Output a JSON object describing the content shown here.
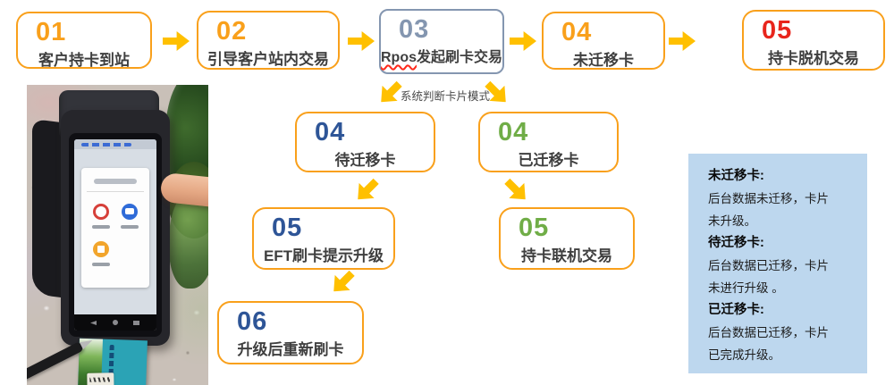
{
  "flow": {
    "steps": [
      {
        "num": "01",
        "label": "客户持卡到站"
      },
      {
        "num": "02",
        "label": "引导客户站内交易"
      },
      {
        "num": "03",
        "label_prefix": "Rpos",
        "label_suffix": "发起刷卡交易"
      },
      {
        "num": "04",
        "label": "未迁移卡"
      },
      {
        "num": "05",
        "label": "持卡脱机交易"
      },
      {
        "num": "04",
        "label": "待迁移卡"
      },
      {
        "num": "04",
        "label": "已迁移卡"
      },
      {
        "num": "05",
        "label": "EFT刷卡提示升级"
      },
      {
        "num": "05",
        "label": "持卡联机交易"
      },
      {
        "num": "06",
        "label": "升级后重新刷卡"
      }
    ],
    "branch_label": "系统判断卡片模式"
  },
  "legend": {
    "entries": [
      {
        "term": "未迁移卡:",
        "desc": "后台数据未迁移，卡片\n未升级。"
      },
      {
        "term": "待迁移卡:",
        "desc": "后台数据已迁移，卡片\n未进行升级 。"
      },
      {
        "term": "已迁移卡:",
        "desc": "后台数据已迁移，卡片\n已完成升级。"
      }
    ]
  },
  "photo": {
    "alt": "POS terminal with bank card inserted"
  },
  "colors": {
    "box_border_orange": "#F9A01B",
    "arrow_gold": "#FFC000",
    "num_orange": "#F9A01B",
    "num_red": "#E8251C",
    "num_blue": "#2E5597",
    "num_green": "#70AD47",
    "num_grayblue": "#8496B0",
    "label_text": "#3F3F3F",
    "legend_bg": "#BDD7EE"
  }
}
